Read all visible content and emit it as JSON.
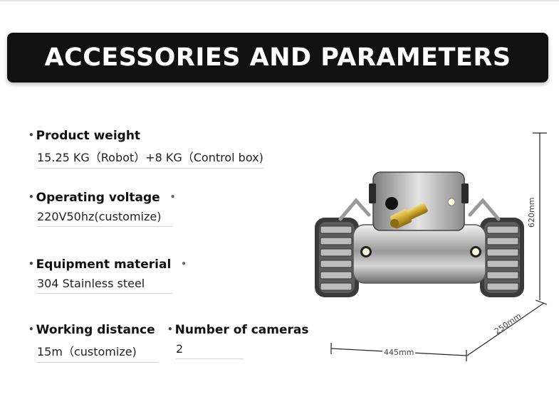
{
  "banner": {
    "title": "ACCESSORIES AND PARAMETERS"
  },
  "specs": {
    "weight": {
      "label": "Product weight",
      "value": "15.25 KG（Robot）+8 KG（Control box)"
    },
    "voltage": {
      "label": "Operating voltage",
      "value": "220V50hz(customize)"
    },
    "material": {
      "label": "Equipment material",
      "value": "304 Stainless steel"
    },
    "distance": {
      "label": "Working distance",
      "value": "15m（customize)"
    },
    "cameras": {
      "label": "Number of cameras",
      "value": "2"
    }
  },
  "dimensions": {
    "height": "620mm",
    "width": "445mm",
    "depth": "250mm"
  },
  "colors": {
    "banner_bg": "#111111",
    "banner_text": "#ffffff",
    "fitting_brass": "#c9a227"
  },
  "icons": {
    "bullet": "•"
  }
}
